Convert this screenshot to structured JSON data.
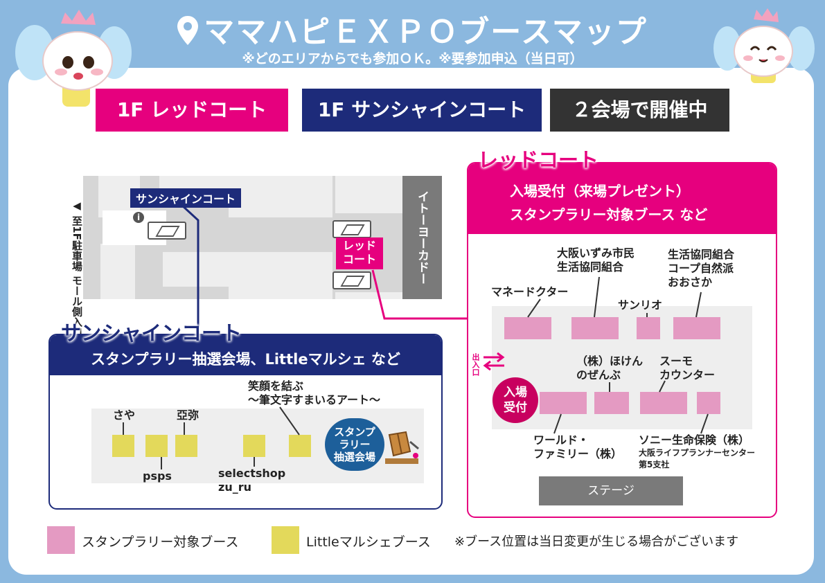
{
  "header": {
    "title": "ママハピＥＸＰＯブースマップ",
    "subtitle": "※どのエリアからでも参加ＯＫ。※要参加申込（当日可）",
    "pin_icon": "location-pin-icon"
  },
  "tags": {
    "red_court": "1F レッドコート",
    "sunshine_court": "1F サンシャインコート",
    "two_venues": "２会場で開催中"
  },
  "map": {
    "sunshine_flag": "サンシャインコート",
    "red_flag_line1": "レッド",
    "red_flag_line2": "コート",
    "ito_yokado": "イトーヨーカドー",
    "side_note": "◀ 至1F駐車場 モール側入口"
  },
  "sunshine": {
    "title": "サンシャインコート",
    "subtitle": "スタンプラリー抽選会場、Littleマルシェ など",
    "booths": {
      "saya": "さや",
      "asami": "亞弥",
      "psps": "psps",
      "selectshop_line1": "selectshop",
      "selectshop_line2": "zu_ru",
      "egao_line1": "笑顔を結ぶ",
      "egao_line2": "〜筆文字すまいるアート〜"
    },
    "lottery_line1": "スタンプ",
    "lottery_line2": "ラリー",
    "lottery_line3": "抽選会場"
  },
  "red": {
    "title": "レッドコート",
    "line1": "入場受付（来場プレゼント）",
    "line2": "スタンプラリー対象ブース など",
    "entrance": "出入口",
    "reception_line1": "入場",
    "reception_line2": "受付",
    "booths": {
      "money_doctor": "マネードクター",
      "izumi_line1": "大阪いずみ市民",
      "izumi_line2": "生活協同組合",
      "coop_line1": "生活協同組合",
      "coop_line2": "コープ自然派",
      "coop_line3": "おおさか",
      "sanrio": "サンリオ",
      "hoken_line1": "（株）ほけん",
      "hoken_line2": "のぜんぶ",
      "sumo_line1": "スーモ",
      "sumo_line2": "カウンター",
      "world_line1": "ワールド・",
      "world_line2": "ファミリー（株）",
      "sony_line1": "ソニー生命保険（株）",
      "sony_line2": "大阪ライフプランナーセンター",
      "sony_line3": "第5支社"
    },
    "stage": "ステージ"
  },
  "legend": {
    "stamp": "スタンプラリー対象ブース",
    "little": "Littleマルシェブース",
    "note": "※ブース位置は当日変更が生じる場合がございます"
  },
  "colors": {
    "background": "#8bb8df",
    "pink": "#e6007e",
    "navy": "#1d2b7a",
    "dark": "#333333",
    "booth_pink": "#e49ac2",
    "booth_yellow": "#e3d95b"
  }
}
